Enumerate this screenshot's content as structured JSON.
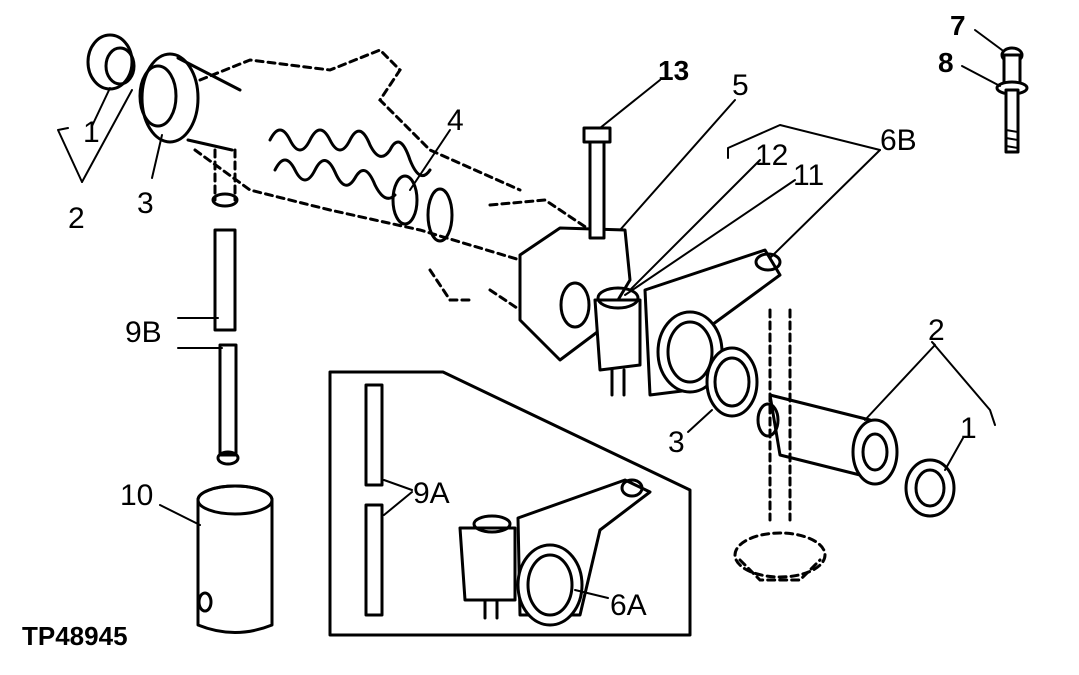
{
  "figure_id": "TP48945",
  "callouts": {
    "c1_left": "1",
    "c2_left": "2",
    "c3_left": "3",
    "c4": "4",
    "c5": "5",
    "c6a": "6A",
    "c6b": "6B",
    "c7": "7",
    "c8": "8",
    "c9a": "9A",
    "c9b": "9B",
    "c10": "10",
    "c11": "11",
    "c12": "12",
    "c13": "13",
    "c1_right": "1",
    "c2_right": "2",
    "c3_right": "3"
  }
}
